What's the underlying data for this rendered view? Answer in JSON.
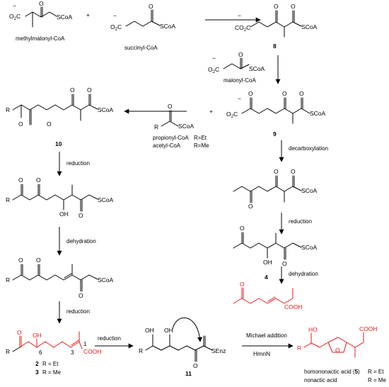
{
  "groups": {
    "co2": "CO",
    "co2_sub": "2",
    "o2c": "O",
    "o2c_sub": "2",
    "o2c_c": "C",
    "minus": "−",
    "scoa": "SCoA",
    "senz": "SEnz",
    "r": "R",
    "o": "O",
    "oh": "OH",
    "ho": "HO",
    "cooh": "COOH"
  },
  "compounds": {
    "methylmalonyl": "methylmalonyl-CoA",
    "succinyl": "succinyl-CoA",
    "malonyl": "malonyl-CoA",
    "propionyl": "propionyl-CoA",
    "propionyl_r": "R=Et",
    "acetyl": "acetyl-CoA",
    "acetyl_r": "R=Me",
    "c8": "8",
    "c9": "9",
    "c10": "10",
    "c4": "4",
    "c11": "11",
    "c2": "2",
    "c2_r": "R = Et",
    "c3": "3",
    "c3_r": "R = Me",
    "homononactic": "homononactic acid (",
    "homononactic_num": "5",
    "homononactic_close": ")",
    "homononactic_r": "R = Et",
    "nonactic": "nonactic acid",
    "nonactic_r": "R = Me"
  },
  "steps": {
    "plus": "+",
    "reduction": "reduction",
    "dehydration": "dehydration",
    "decarboxylation": "decarboxylation",
    "michael": "Michael addition",
    "hmnn": "HmnN"
  },
  "locants": {
    "c6": "6",
    "c3": "3",
    "c1": "1"
  },
  "colors": {
    "highlight": "#e8191a",
    "ink": "#000000"
  }
}
